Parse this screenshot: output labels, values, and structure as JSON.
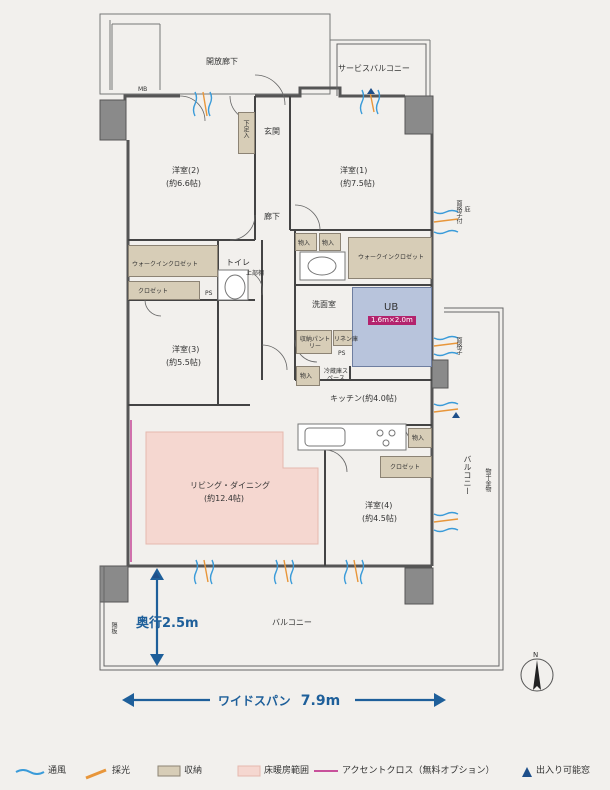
{
  "rooms": {
    "open_corridor": "開放廊下",
    "service_balcony": "サービスバルコニー",
    "mb": "MB",
    "entrance": "玄関",
    "shoe_closet": "下足入",
    "bedroom2": "洋室(2)",
    "bedroom2_size": "(約6.6帖)",
    "bedroom1": "洋室(1)",
    "bedroom1_size": "(約7.5帖)",
    "hallway": "廊下",
    "storage": "物入",
    "walkin_left": "ウォークインクロゼット",
    "walkin_right": "ウォークインクロゼット",
    "toilet": "トイレ",
    "closet": "クロゼット",
    "ps": "PS",
    "upper_shelf": "上部棚",
    "washroom": "洗面室",
    "ub": "UB",
    "ub_size": "1.6m×2.0m",
    "pantry": "収納パントリー",
    "linen": "リネン庫",
    "bedroom3": "洋室(3)",
    "bedroom3_size": "(約5.5帖)",
    "fridge": "冷蔵庫スペース",
    "kitchen": "キッチン(約4.0帖)",
    "living": "リビング・ダイニング",
    "living_size": "(約12.4帖)",
    "bedroom4": "洋室(4)",
    "bedroom4_size": "(約4.5帖)",
    "balcony_side": "バルコニー",
    "balcony_main": "バルコニー",
    "dryer": "物干金物",
    "eave": "庇",
    "partition": "隔板",
    "window_flag_a": "面格子付",
    "window_flag_b": "面格子"
  },
  "dimensions": {
    "depth_label": "奥行",
    "depth_value": "2.5m",
    "width_label": "ワイドスパン",
    "width_value": "7.9m"
  },
  "compass": {
    "north": "N"
  },
  "legend": {
    "ventilation": "通風",
    "daylight": "採光",
    "storage": "収納",
    "floor_heating": "床暖房範囲",
    "accent": "アクセントクロス（無料オプション）",
    "access": "出入り可能窓"
  },
  "colors": {
    "ventilation": "#3a9bd9",
    "daylight": "#e8963a",
    "storage": "#d7cdb7",
    "floor_heating": "#f5d7d0",
    "accent": "#c8519b",
    "access": "#1e4f8a",
    "dimension": "#1e5f9a"
  }
}
